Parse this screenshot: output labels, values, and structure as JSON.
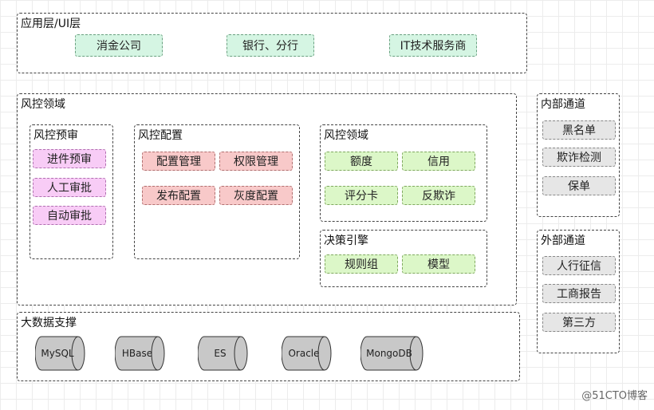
{
  "app_layer": {
    "title": "应用层/UI层",
    "items": [
      "消金公司",
      "银行、分行",
      "IT技术服务商"
    ]
  },
  "risk_domain": {
    "title": "风控领域",
    "pre_review": {
      "title": "风控预审",
      "items": [
        "进件预审",
        "人工审批",
        "自动审批"
      ]
    },
    "config": {
      "title": "风控配置",
      "items": [
        "配置管理",
        "权限管理",
        "发布配置",
        "灰度配置"
      ]
    },
    "inner_domain": {
      "title": "风控领域",
      "items": [
        "额度",
        "信用",
        "评分卡",
        "反欺诈"
      ]
    },
    "decision_engine": {
      "title": "决策引擎",
      "items": [
        "规则组",
        "模型"
      ]
    }
  },
  "big_data": {
    "title": "大数据支撑",
    "databases": [
      "MySQL",
      "HBase",
      "ES",
      "Oracle",
      "MongoDB"
    ]
  },
  "internal_channel": {
    "title": "内部通道",
    "items": [
      "黑名单",
      "欺诈检测",
      "保单"
    ]
  },
  "external_channel": {
    "title": "外部通道",
    "items": [
      "人行征信",
      "工商报告",
      "第三方"
    ]
  },
  "watermark": "@51CTO博客",
  "colors": {
    "app_items": "#d5f5e3",
    "pre_review_items": "#f8ccf6",
    "config_items": "#f8c9c9",
    "domain_items": "#dcf7c8",
    "channel_items": "#e6e6e6",
    "database": "#c8c8c8"
  }
}
